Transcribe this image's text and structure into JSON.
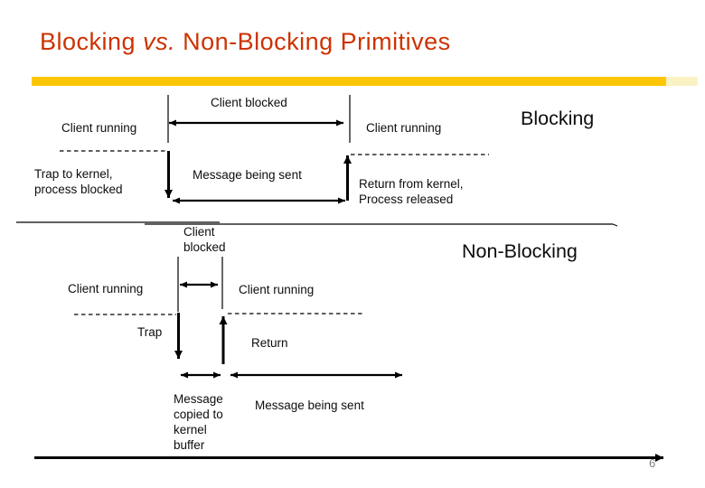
{
  "slide": {
    "title": {
      "part1": "Blocking ",
      "vs": "vs.",
      "part2": " Non-Blocking Primitives"
    },
    "page_number": "6",
    "colors": {
      "title_text": "#cc3300",
      "accent_bar": "#ffc703",
      "accent_bar_light": "#fbf2c4",
      "diagram_ink": "#000000",
      "page_number": "#7f7f7f"
    }
  },
  "blocking_diagram": {
    "heading": "Blocking",
    "client_blocked_label": "Client blocked",
    "client_running_left_label": "Client running",
    "client_running_right_label": "Client running",
    "trap_label": "Trap to kernel,\nprocess blocked",
    "message_label": "Message being sent",
    "return_label": "Return from kernel,\nProcess released"
  },
  "nonblocking_diagram": {
    "heading": "Non-Blocking",
    "client_blocked_label": "Client\nblocked",
    "client_running_left_label": "Client running",
    "client_running_right_label": "Client running",
    "trap_label": "Trap",
    "return_label": "Return",
    "message_copied_label": "Message\ncopied to\nkernel\nbuffer",
    "message_sent_label": "Message being sent"
  }
}
